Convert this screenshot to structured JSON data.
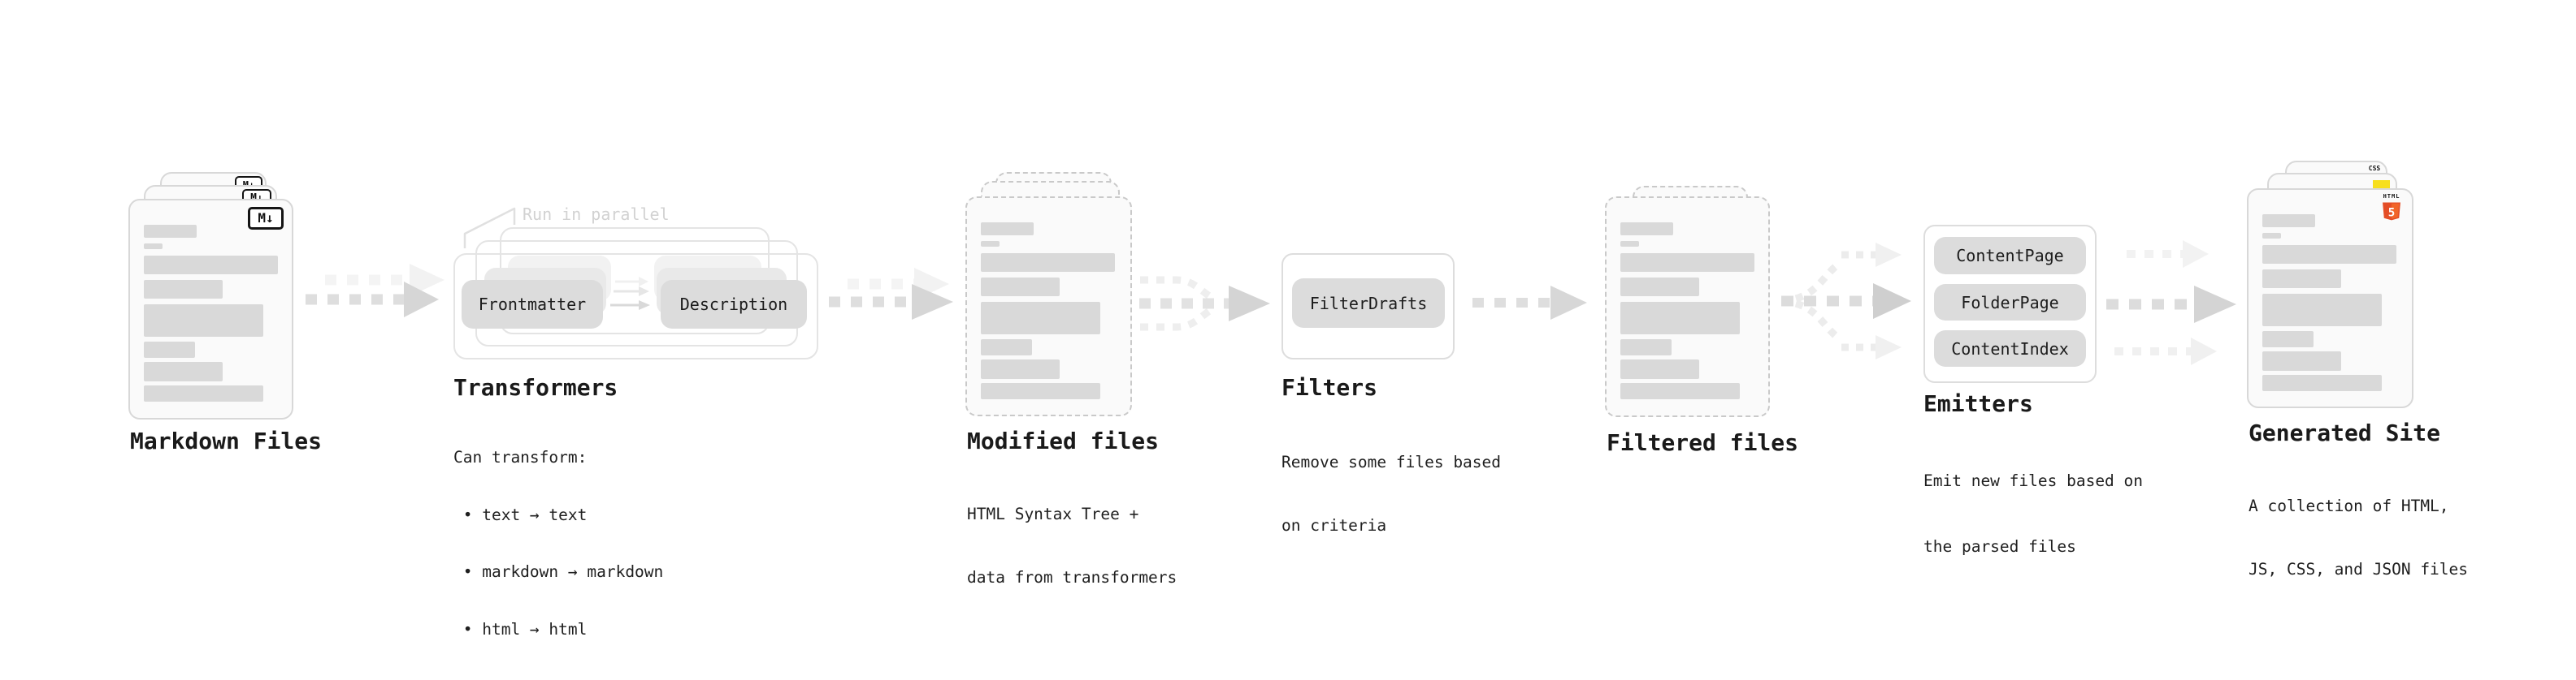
{
  "stages": {
    "markdown": {
      "label": "Markdown Files",
      "badge": "M↓"
    },
    "transformers": {
      "annotation": "Run in parallel",
      "label": "Transformers",
      "pills": [
        "Frontmatter",
        "Description"
      ],
      "note_title": "Can transform:",
      "notes": [
        " • text → text",
        " • markdown → markdown",
        " • html → html"
      ]
    },
    "modified": {
      "label": "Modified files",
      "subtitle": [
        "HTML Syntax Tree +",
        "data from transformers"
      ]
    },
    "filters": {
      "pill": "FilterDrafts",
      "label": "Filters",
      "subtitle": [
        "Remove some files based",
        "on criteria"
      ]
    },
    "filtered": {
      "label": "Filtered files"
    },
    "emitters": {
      "pills": [
        "ContentPage",
        "FolderPage",
        "ContentIndex"
      ],
      "label": "Emitters",
      "subtitle": [
        "Emit new files based on",
        "the parsed files"
      ]
    },
    "generated": {
      "label": "Generated Site",
      "subtitle": [
        "A collection of HTML,",
        "JS, CSS, and JSON files"
      ],
      "badges": {
        "css": "CSS",
        "html_word": "HTML",
        "html_number": "5"
      }
    }
  },
  "colors": {
    "ink": "#1a1a1a",
    "bar_gray": "#d9d9d9",
    "pill_gray": "#dcdcdc",
    "muted_annotation": "#d2d2d2",
    "html5_orange": "#e44d26",
    "html5_orange_light": "#f16529",
    "js_yellow": "#f7df1e",
    "css_blue": "#2f6bf2"
  }
}
